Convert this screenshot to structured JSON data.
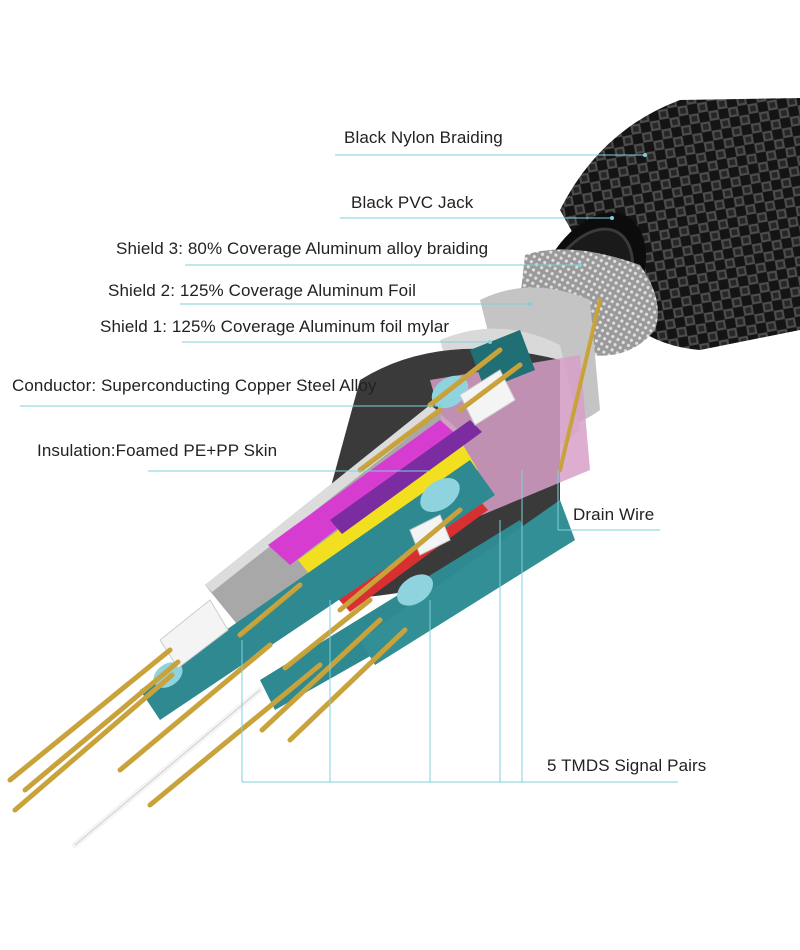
{
  "labels": {
    "black_nylon_braiding": "Black Nylon Braiding",
    "black_pvc_jack": "Black PVC Jack",
    "shield_3": "Shield 3:  80% Coverage Aluminum alloy braiding",
    "shield_2": "Shield 2: 125% Coverage Aluminum Foil",
    "shield_1": "Shield 1: 125% Coverage Aluminum foil mylar",
    "conductor": "Conductor: Superconducting Copper Steel Alloy",
    "insulation": "Insulation:Foamed PE+PP Skin",
    "drain_wire": "Drain Wire",
    "tmds_pairs": "5 TMDS Signal Pairs"
  },
  "colors": {
    "leader_line": "#7fd0dc",
    "braid_dark": "#111111",
    "braid_light": "#5a5a5a",
    "foil": "#bcbcbc",
    "copper": "#d4b54a",
    "teal_insulation": "#2e8a90",
    "cyan_insulation": "#8fd3df",
    "magenta_insulation": "#d63cd0",
    "yellow_insulation": "#f2e020",
    "red_insulation": "#d83030",
    "pink_film": "#d8a0c8",
    "white_insulation": "#f4f4f4"
  }
}
